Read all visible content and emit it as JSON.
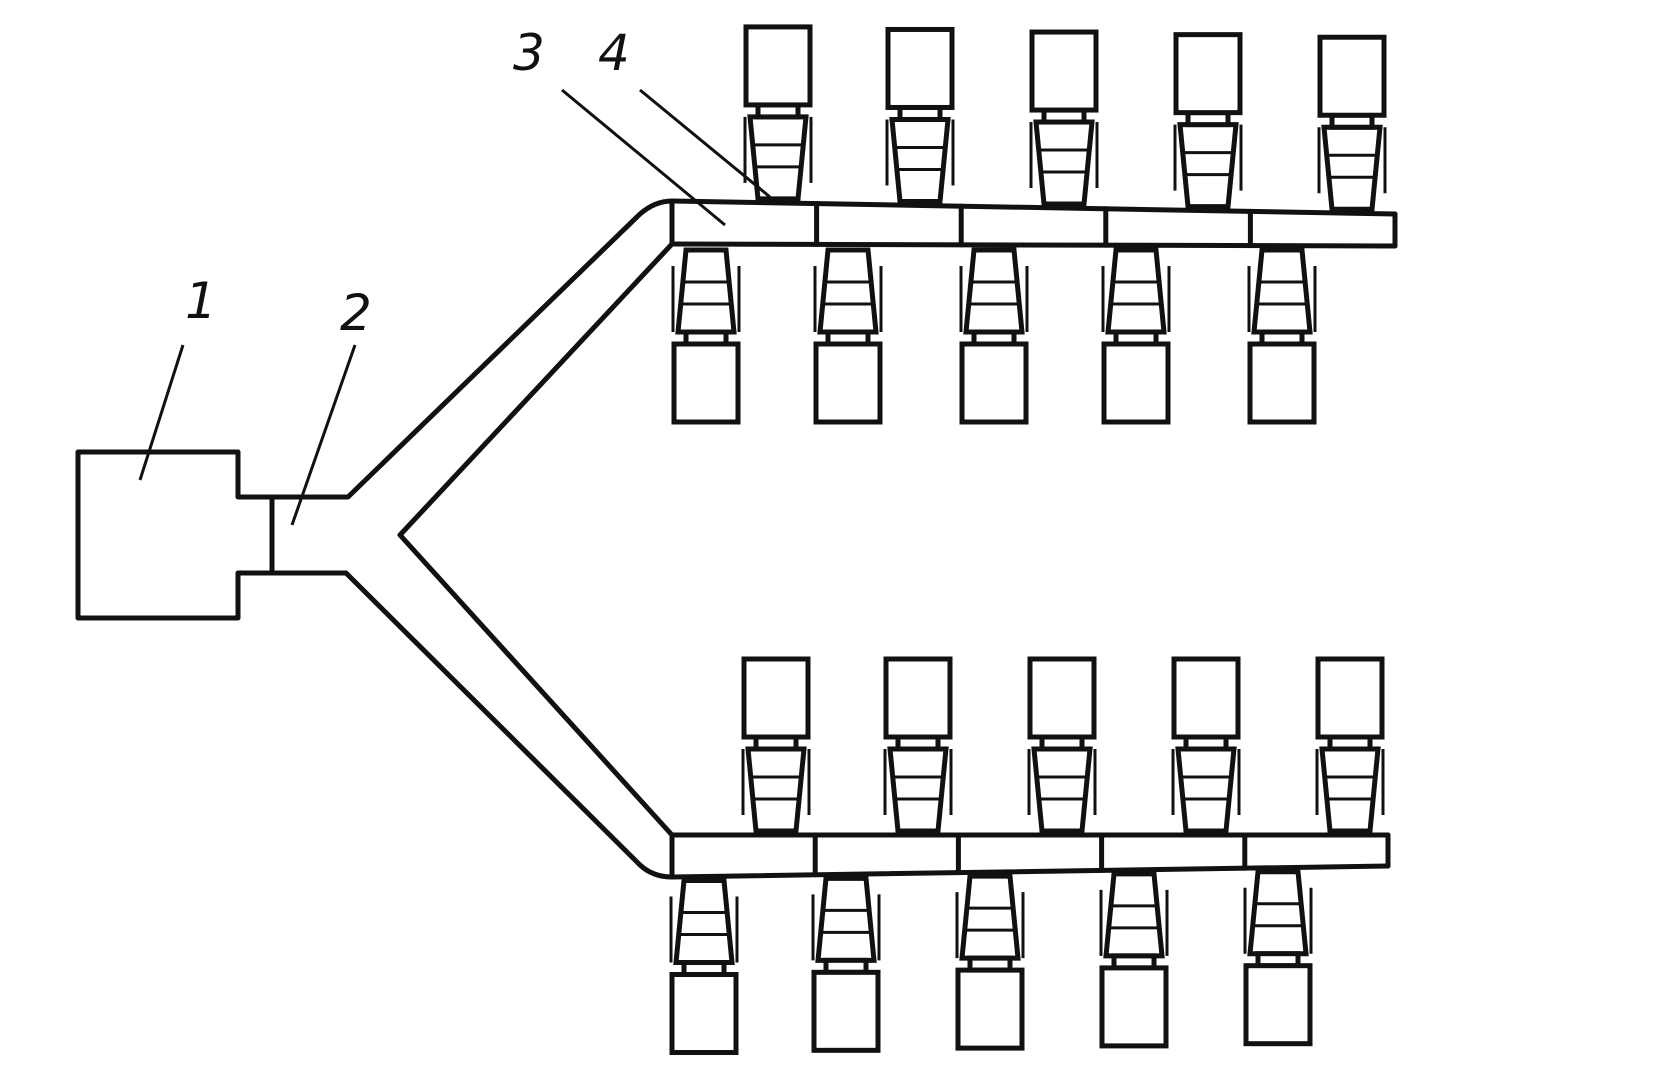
{
  "labels": {
    "label_1": "1",
    "label_2": "2",
    "label_3": "3",
    "label_4": "4"
  },
  "counts": {
    "upper_branch_top_units": 5,
    "upper_branch_bottom_units": 5,
    "lower_branch_top_units": 5,
    "lower_branch_bottom_units": 5,
    "segments_per_branch": 5
  },
  "colors": {
    "ink": "#111111",
    "background": "#ffffff"
  }
}
